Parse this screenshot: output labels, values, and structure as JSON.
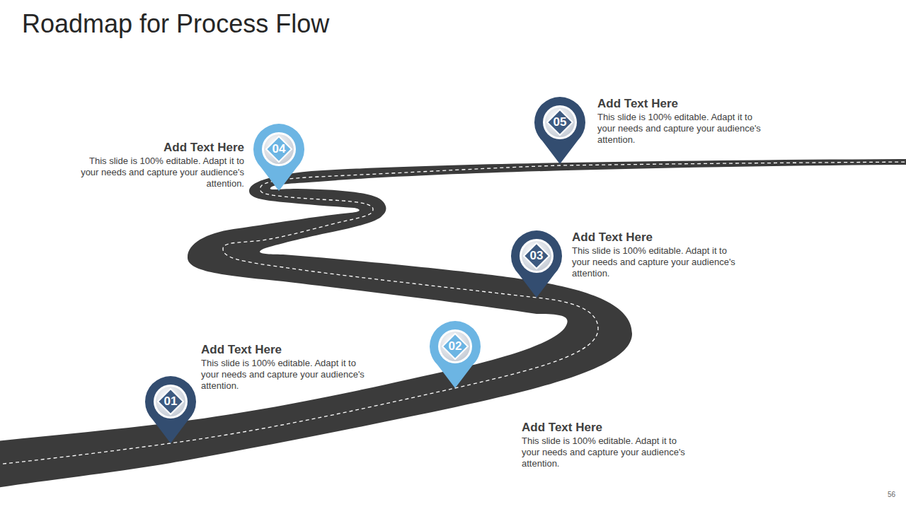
{
  "diagram": {
    "title": "Roadmap for Process Flow",
    "nodes": [
      {
        "text": [
          "01",
          "Add Text Here",
          "This slide is 100% editable. Adapt it to your needs and capture your audience's attention."
        ]
      },
      {
        "text": [
          "02",
          "Add Text Here",
          "This slide is 100% editable. Adapt it to your needs and capture your audience's attention."
        ]
      },
      {
        "text": [
          "03",
          "Add Text Here",
          "This slide is 100% editable. Adapt it to your needs and capture your audience's attention."
        ]
      },
      {
        "text": [
          "04",
          "Add Text Here",
          "This slide is 100% editable. Adapt it to your needs and capture your audience's attention."
        ]
      },
      {
        "text": [
          "05",
          "Add Text Here",
          "This slide is 100% editable. Adapt it to your needs and capture your audience's attention."
        ]
      }
    ],
    "labels": [
      "56"
    ]
  }
}
